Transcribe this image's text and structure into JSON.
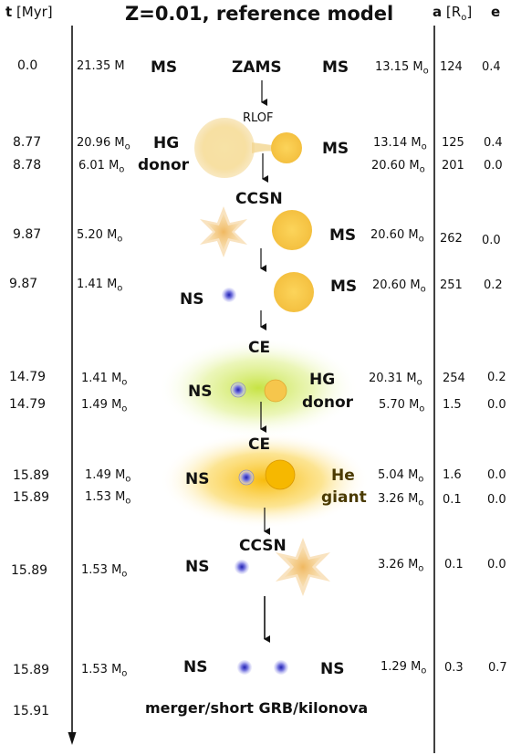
{
  "header": {
    "time_label_bold": "t",
    "time_label_unit": "[Myr]",
    "title": "Z=0.01, reference model",
    "a_label_bold": "a",
    "a_label_unit": "[R",
    "a_label_sub": "o",
    "a_label_close": "]",
    "e_label": "e"
  },
  "rows": [
    {
      "t": "0.0",
      "m1": "21.35 M",
      "m1_sub": "",
      "s1": "MS",
      "evt": "ZAMS",
      "s2": "MS",
      "m2": "13.15 M",
      "m2_sub": "o",
      "a": "124",
      "e": "0.4"
    },
    {
      "t": "8.77",
      "m1": "20.96 M",
      "m1_sub": "o",
      "s1": "HG",
      "evt": "RLOF",
      "s2": "MS",
      "m2": "13.14 M",
      "m2_sub": "o",
      "a": "125",
      "e": "0.4"
    },
    {
      "t": "8.78",
      "m1": "6.01 M",
      "m1_sub": "o",
      "s1": "donor",
      "m2": "20.60 M",
      "m2_sub": "o",
      "a": "201",
      "e": "0.0"
    },
    {
      "t": "9.87",
      "m1": "5.20 M",
      "m1_sub": "o",
      "evt": "CCSN",
      "s2": "MS",
      "m2": "20.60 M",
      "m2_sub": "o",
      "a": "262",
      "e": "0.0"
    },
    {
      "t": "9.87",
      "m1": "1.41 M",
      "m1_sub": "o",
      "s1": "NS",
      "s2": "MS",
      "m2": "20.60 M",
      "m2_sub": "o",
      "a": "251",
      "e": "0.2"
    },
    {
      "t": "14.79",
      "m1": "1.41 M",
      "m1_sub": "o",
      "s1": "NS",
      "evt": "CE",
      "s2": "HG",
      "m2": "20.31 M",
      "m2_sub": "o",
      "a": "254",
      "e": "0.2"
    },
    {
      "t": "14.79",
      "m1": "1.49 M",
      "m1_sub": "o",
      "s2": "donor",
      "m2": "5.70 M",
      "m2_sub": "o",
      "a": "1.5",
      "e": "0.0"
    },
    {
      "t": "15.89",
      "m1": "1.49 M",
      "m1_sub": "o",
      "s1": "NS",
      "evt": "CE",
      "s2": "He",
      "m2": "5.04 M",
      "m2_sub": "o",
      "a": "1.6",
      "e": "0.0"
    },
    {
      "t": "15.89",
      "m1": "1.53 M",
      "m1_sub": "o",
      "s2": "giant",
      "m2": "3.26 M",
      "m2_sub": "o",
      "a": "0.1",
      "e": "0.0"
    },
    {
      "t": "15.89",
      "m1": "1.53 M",
      "m1_sub": "o",
      "s1": "NS",
      "evt": "CCSN",
      "m2": "3.26 M",
      "m2_sub": "o",
      "a": "0.1",
      "e": "0.0"
    },
    {
      "t": "15.89",
      "m1": "1.53 M",
      "m1_sub": "o",
      "s1": "NS",
      "s2": "NS",
      "m2": "1.29 M",
      "m2_sub": "o",
      "a": "0.3",
      "e": "0.7"
    },
    {
      "t": "15.91",
      "final": "merger/short GRB/kilonova"
    }
  ],
  "colors": {
    "star_ms": "#f6c84a",
    "star_hg_pale": "#f4dc98",
    "ns_core": "#3c3cc8",
    "ce_green": "#c9e64a",
    "ce_orange": "#f9c21b",
    "he_giant": "#f4b400",
    "sn_star": "#f2c27a"
  },
  "icons": [
    "supernova-icon",
    "neutron-star-icon",
    "main-sequence-star-icon",
    "arrow-down-icon",
    "time-axis-arrow-icon"
  ]
}
